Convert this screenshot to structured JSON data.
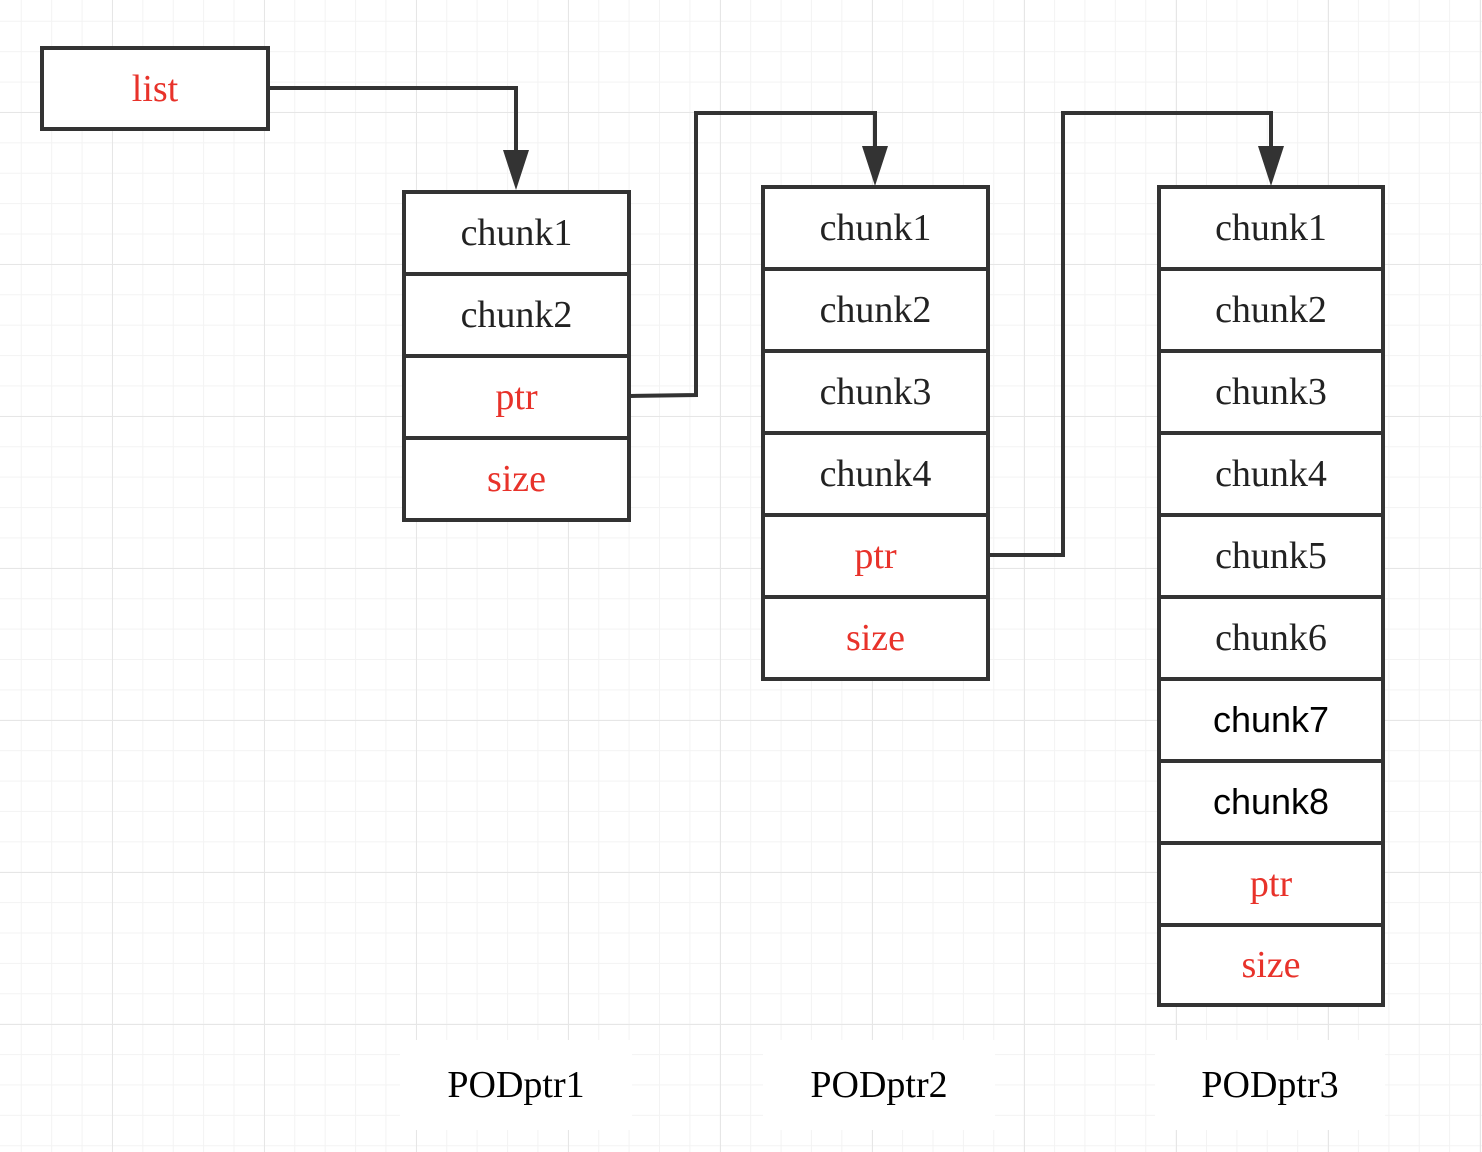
{
  "head": {
    "label": "list",
    "color": "#e8322a"
  },
  "blocks": [
    {
      "caption": "PODptr1",
      "cells": [
        {
          "label": "chunk1",
          "kind": "chunk"
        },
        {
          "label": "chunk2",
          "kind": "chunk"
        },
        {
          "label": "ptr",
          "kind": "field"
        },
        {
          "label": "size",
          "kind": "field"
        }
      ]
    },
    {
      "caption": "PODptr2",
      "cells": [
        {
          "label": "chunk1",
          "kind": "chunk"
        },
        {
          "label": "chunk2",
          "kind": "chunk"
        },
        {
          "label": "chunk3",
          "kind": "chunk"
        },
        {
          "label": "chunk4",
          "kind": "chunk"
        },
        {
          "label": "ptr",
          "kind": "field"
        },
        {
          "label": "size",
          "kind": "field"
        }
      ]
    },
    {
      "caption": "PODptr3",
      "cells": [
        {
          "label": "chunk1",
          "kind": "chunk"
        },
        {
          "label": "chunk2",
          "kind": "chunk"
        },
        {
          "label": "chunk3",
          "kind": "chunk"
        },
        {
          "label": "chunk4",
          "kind": "chunk"
        },
        {
          "label": "chunk5",
          "kind": "chunk"
        },
        {
          "label": "chunk6",
          "kind": "chunk"
        },
        {
          "label": "chunk7",
          "kind": "chunk"
        },
        {
          "label": "chunk8",
          "kind": "chunk"
        },
        {
          "label": "ptr",
          "kind": "field"
        },
        {
          "label": "size",
          "kind": "field"
        }
      ]
    }
  ],
  "colors": {
    "stroke": "#333333",
    "field_text": "#e8322a",
    "chunk_text": "#222222"
  }
}
